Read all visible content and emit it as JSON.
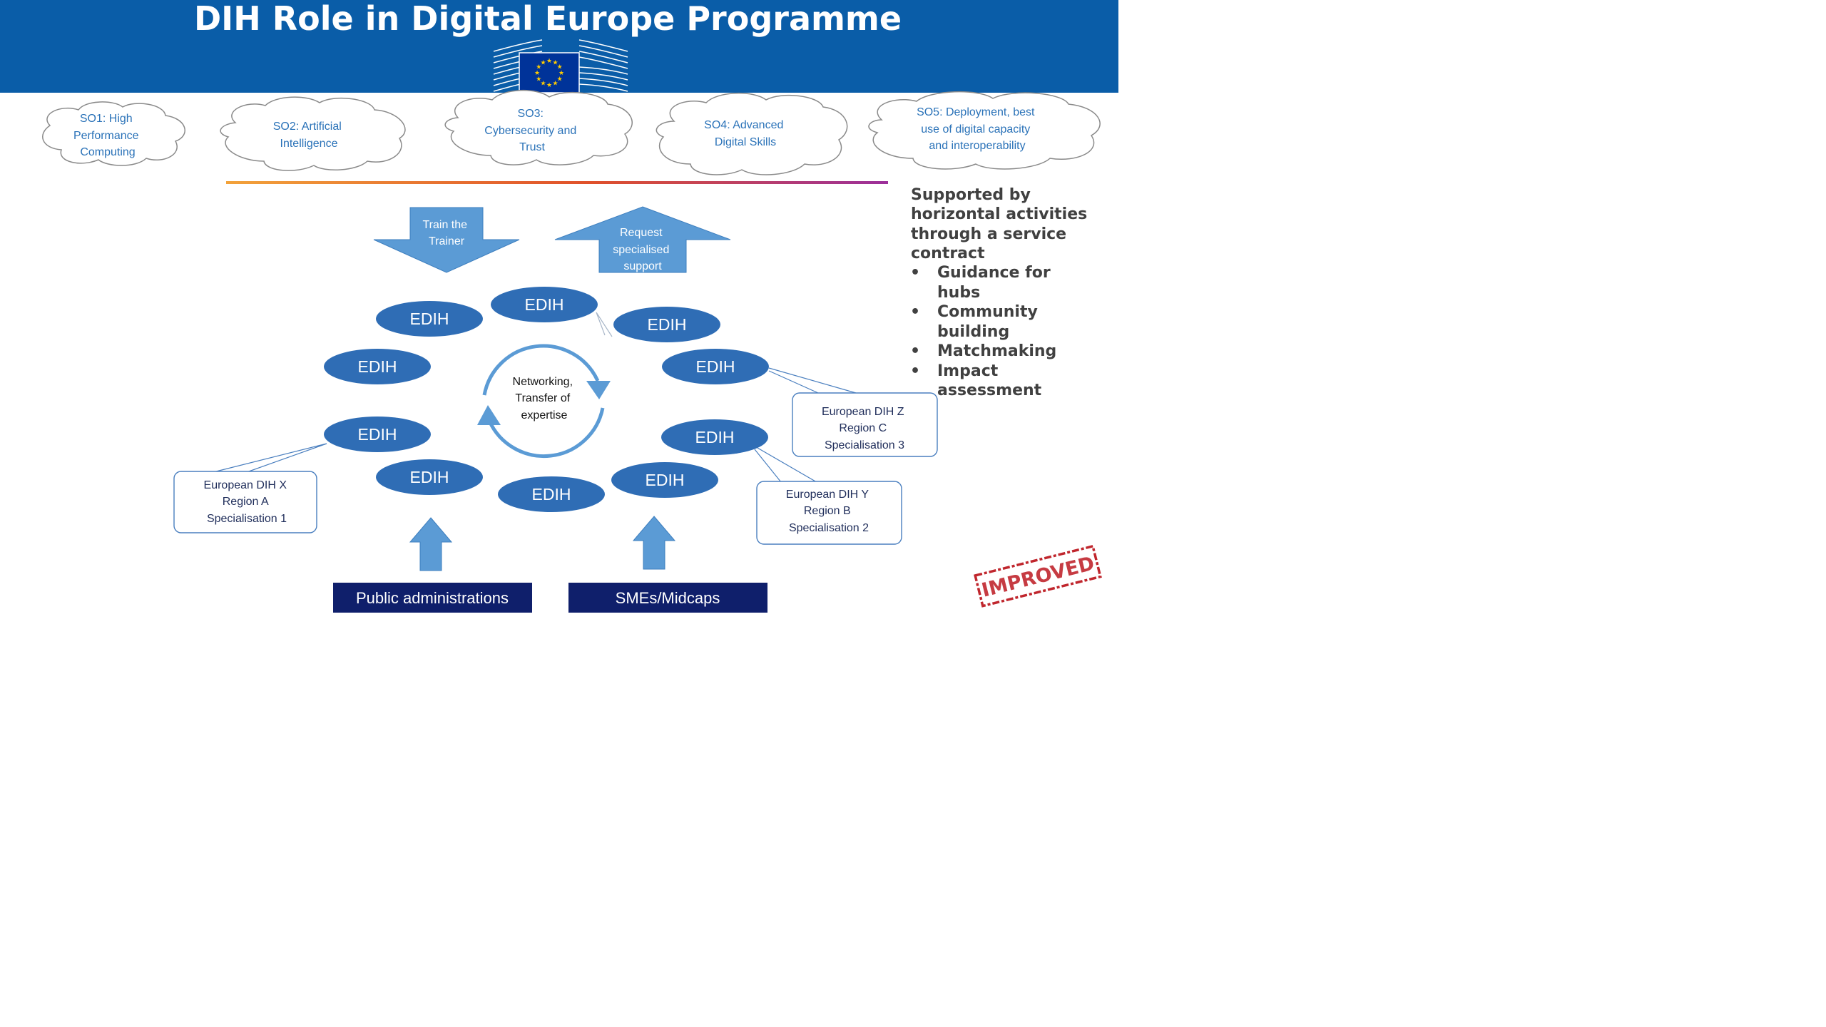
{
  "title": "DIH Role in Digital Europe Programme",
  "logo": {
    "name": "eu-commission-logo",
    "flag_color": "#003399",
    "star_color": "#ffcc00"
  },
  "colors": {
    "header_blue": "#0a5da8",
    "ellipse_blue": "#2f6db5",
    "arrow_blue": "#5b9bd5",
    "bottom_box_navy": "#0f1f6b",
    "cloud_text": "#2a72b8",
    "side_text": "#404040",
    "stamp_red": "#c0262d"
  },
  "objectives": [
    {
      "lines": [
        "SO1: High",
        "Performance",
        "Computing"
      ]
    },
    {
      "lines": [
        "SO2: Artificial",
        "Intelligence"
      ]
    },
    {
      "lines": [
        "SO3:",
        "Cybersecurity and",
        "Trust"
      ]
    },
    {
      "lines": [
        "SO4: Advanced",
        "Digital Skills"
      ]
    },
    {
      "lines": [
        "SO5: Deployment, best",
        "use of digital capacity",
        "and interoperability"
      ]
    }
  ],
  "arrows": {
    "train": {
      "lines": [
        "Train the",
        "Trainer"
      ]
    },
    "request": {
      "lines": [
        "Request",
        "specialised",
        "support"
      ]
    }
  },
  "edih_label": "EDIH",
  "center": {
    "lines": [
      "Networking,",
      "Transfer of",
      "expertise"
    ]
  },
  "callouts": [
    {
      "lines": [
        "European DIH Z",
        "Region C",
        "Specialisation 3"
      ]
    },
    {
      "lines": [
        "European DIH X",
        "Region A",
        "Specialisation 1"
      ]
    },
    {
      "lines": [
        "European DIH Y",
        "Region B",
        "Specialisation 2"
      ]
    }
  ],
  "bottom": {
    "public": "Public administrations",
    "smes": "SMEs/Midcaps"
  },
  "side_panel": {
    "heading_lines": [
      "Supported by",
      "horizontal activities",
      "through a service",
      "contract"
    ],
    "bullet_char": "•",
    "bullets": [
      {
        "lines": [
          "Guidance for",
          "hubs"
        ]
      },
      {
        "lines": [
          "Community",
          "building"
        ]
      },
      {
        "lines": [
          "Matchmaking"
        ]
      },
      {
        "lines": [
          "Impact",
          "assessment"
        ]
      }
    ]
  },
  "stamp": "IMPROVED"
}
